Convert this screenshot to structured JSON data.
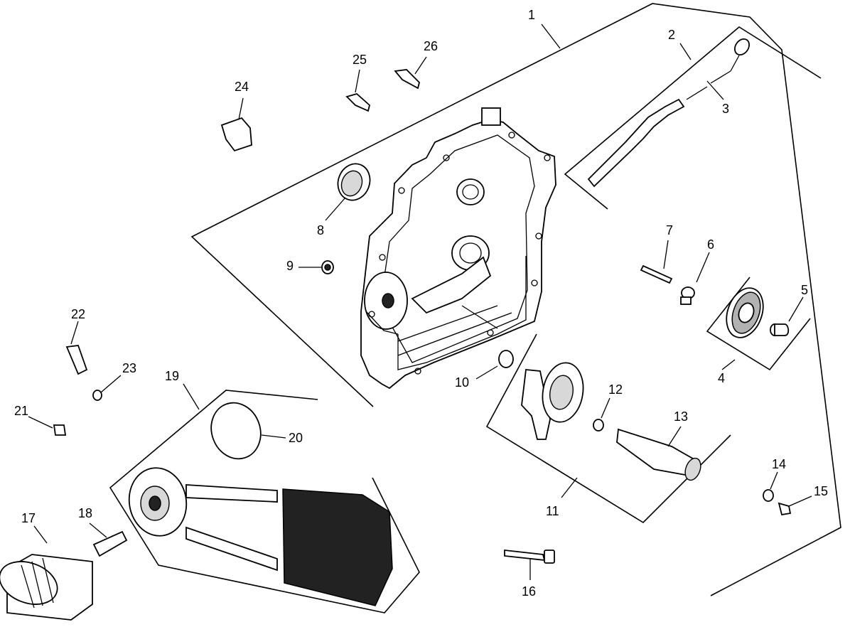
{
  "diagram": {
    "callouts": [
      {
        "id": "1",
        "text": "1"
      },
      {
        "id": "2",
        "text": "2"
      },
      {
        "id": "3",
        "text": "3"
      },
      {
        "id": "4",
        "text": "4"
      },
      {
        "id": "5",
        "text": "5"
      },
      {
        "id": "6",
        "text": "6"
      },
      {
        "id": "7",
        "text": "7"
      },
      {
        "id": "8",
        "text": "8"
      },
      {
        "id": "9",
        "text": "9"
      },
      {
        "id": "10",
        "text": "10"
      },
      {
        "id": "11",
        "text": "11"
      },
      {
        "id": "12",
        "text": "12"
      },
      {
        "id": "13",
        "text": "13"
      },
      {
        "id": "14",
        "text": "14"
      },
      {
        "id": "15",
        "text": "15"
      },
      {
        "id": "16",
        "text": "16"
      },
      {
        "id": "17",
        "text": "17"
      },
      {
        "id": "18",
        "text": "18"
      },
      {
        "id": "19",
        "text": "19"
      },
      {
        "id": "20",
        "text": "20"
      },
      {
        "id": "21",
        "text": "21"
      },
      {
        "id": "22",
        "text": "22"
      },
      {
        "id": "23",
        "text": "23"
      },
      {
        "id": "24",
        "text": "24"
      },
      {
        "id": "25",
        "text": "25"
      },
      {
        "id": "26",
        "text": "26"
      }
    ]
  },
  "colors": {
    "line": "#000000",
    "background": "#ffffff",
    "shade": "#222222"
  }
}
